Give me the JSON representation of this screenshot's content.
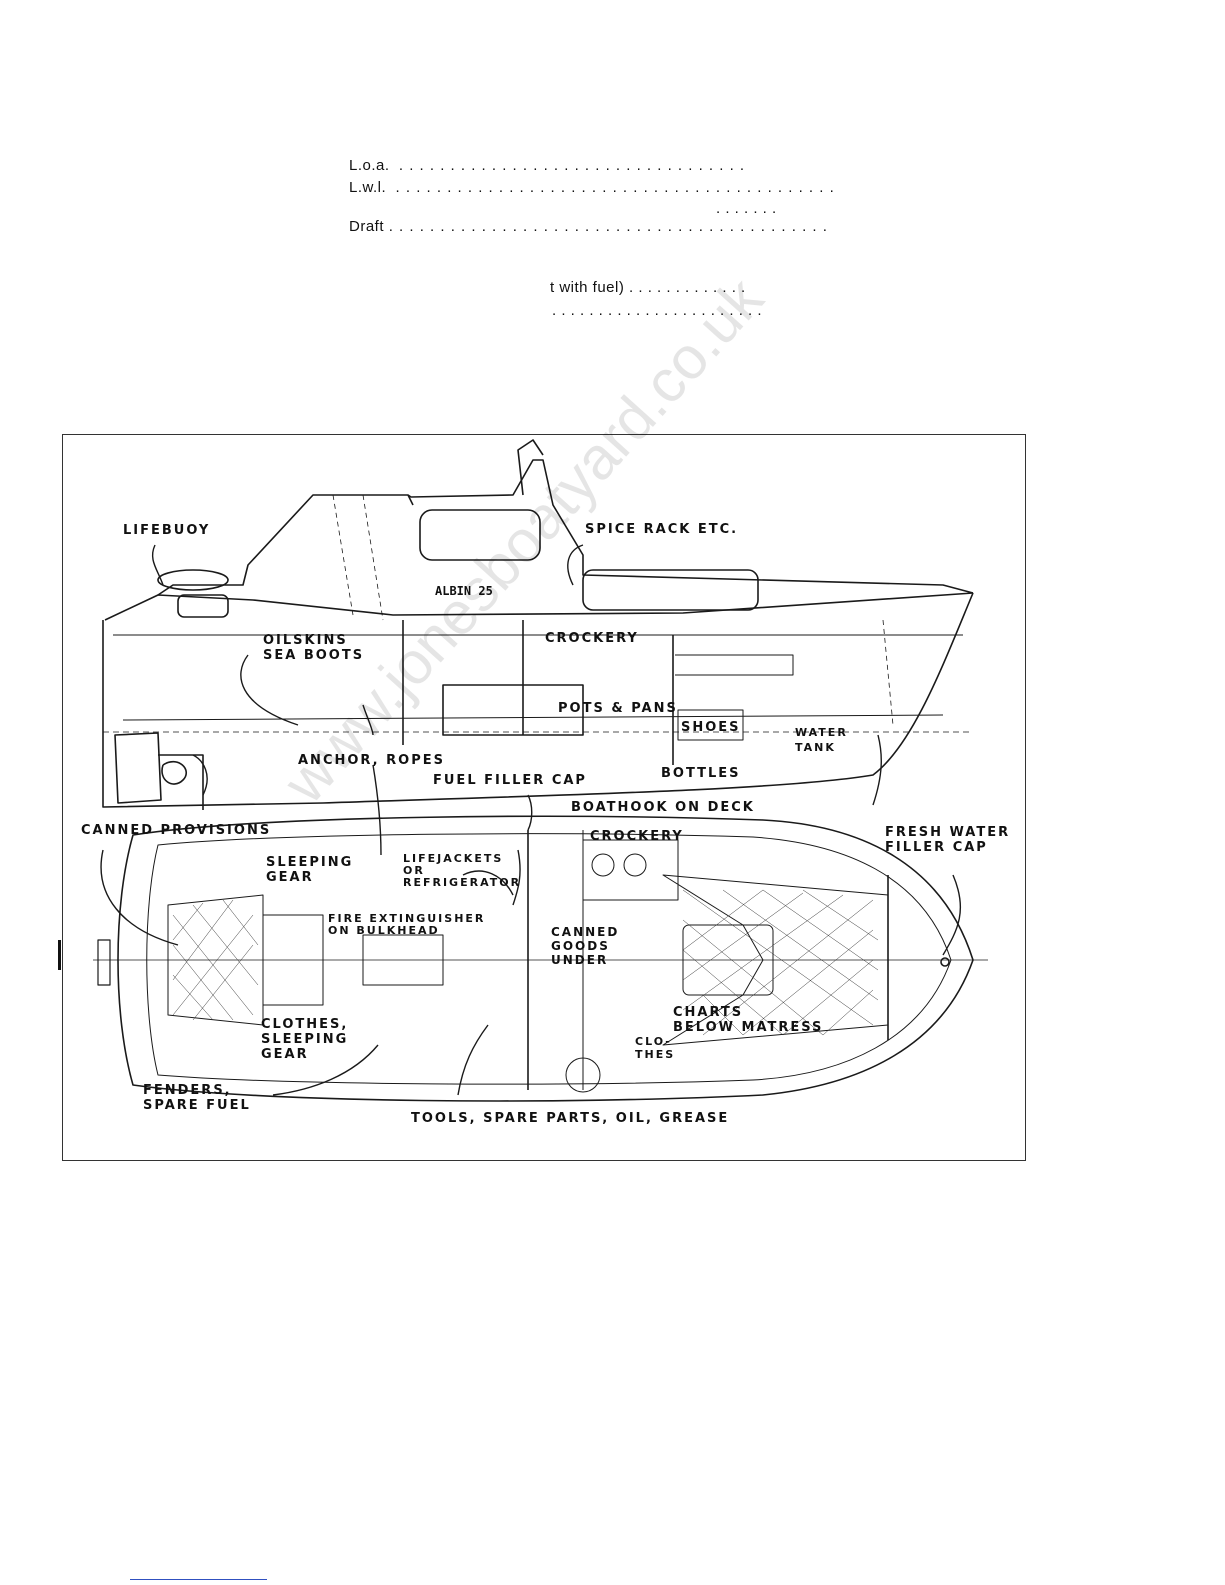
{
  "specs": {
    "loa": "L.o.a.",
    "lwl": "L.w.l.",
    "draft": "Draft",
    "weight_fragment": "t with fuel)",
    "dots_short": ". . . . . . . . . . . . . . . . . . . . . . . . . . . . . . . . . .",
    "dots_long": ". . . . . . . . . . . . . . . . . . . . . . . . . . . . . . . . . . . . . . . . . . .",
    "dots_tiny": ". . . . . . .",
    "dots_weight": ". . . . . . . . . . . . .",
    "dots_last": ". . . . . . . . . . . . . . . . . . . . . . ."
  },
  "diagram": {
    "boat_name": "ALBIN 25",
    "labels": {
      "lifebuoy": "Lifebuoy",
      "spice_rack": "Spice rack etc.",
      "oilskins": "Oilskins\nsea boots",
      "crockery_side": "Crockery",
      "pots_pans": "Pots & pans",
      "shoes": "Shoes",
      "water_tank": "Water\ntank",
      "anchor_ropes": "Anchor, ropes",
      "bottles": "Bottles",
      "fuel_filler_cap": "Fuel filler cap",
      "boathook": "Boathook on deck",
      "canned_provisions": "Canned provisions",
      "crockery_plan": "Crockery",
      "fresh_water": "Fresh water\nfiller cap",
      "sleeping_gear": "Sleeping\ngear",
      "lifejackets": "Lifejackets\nor\nrefrigerator",
      "fire_extinguisher": "Fire extinguisher\non bulkhead",
      "canned_goods": "Canned\ngoods\nunder",
      "charts": "Charts\nbelow matress",
      "clothes_fwd": "Clo-\nthes",
      "clothes_aft": "Clothes,\nsleeping\ngear",
      "fenders": "Fenders,\nspare fuel",
      "tools": "Tools, spare parts, oil, grease"
    }
  },
  "watermark": "www.jonesboatyard.co.uk"
}
